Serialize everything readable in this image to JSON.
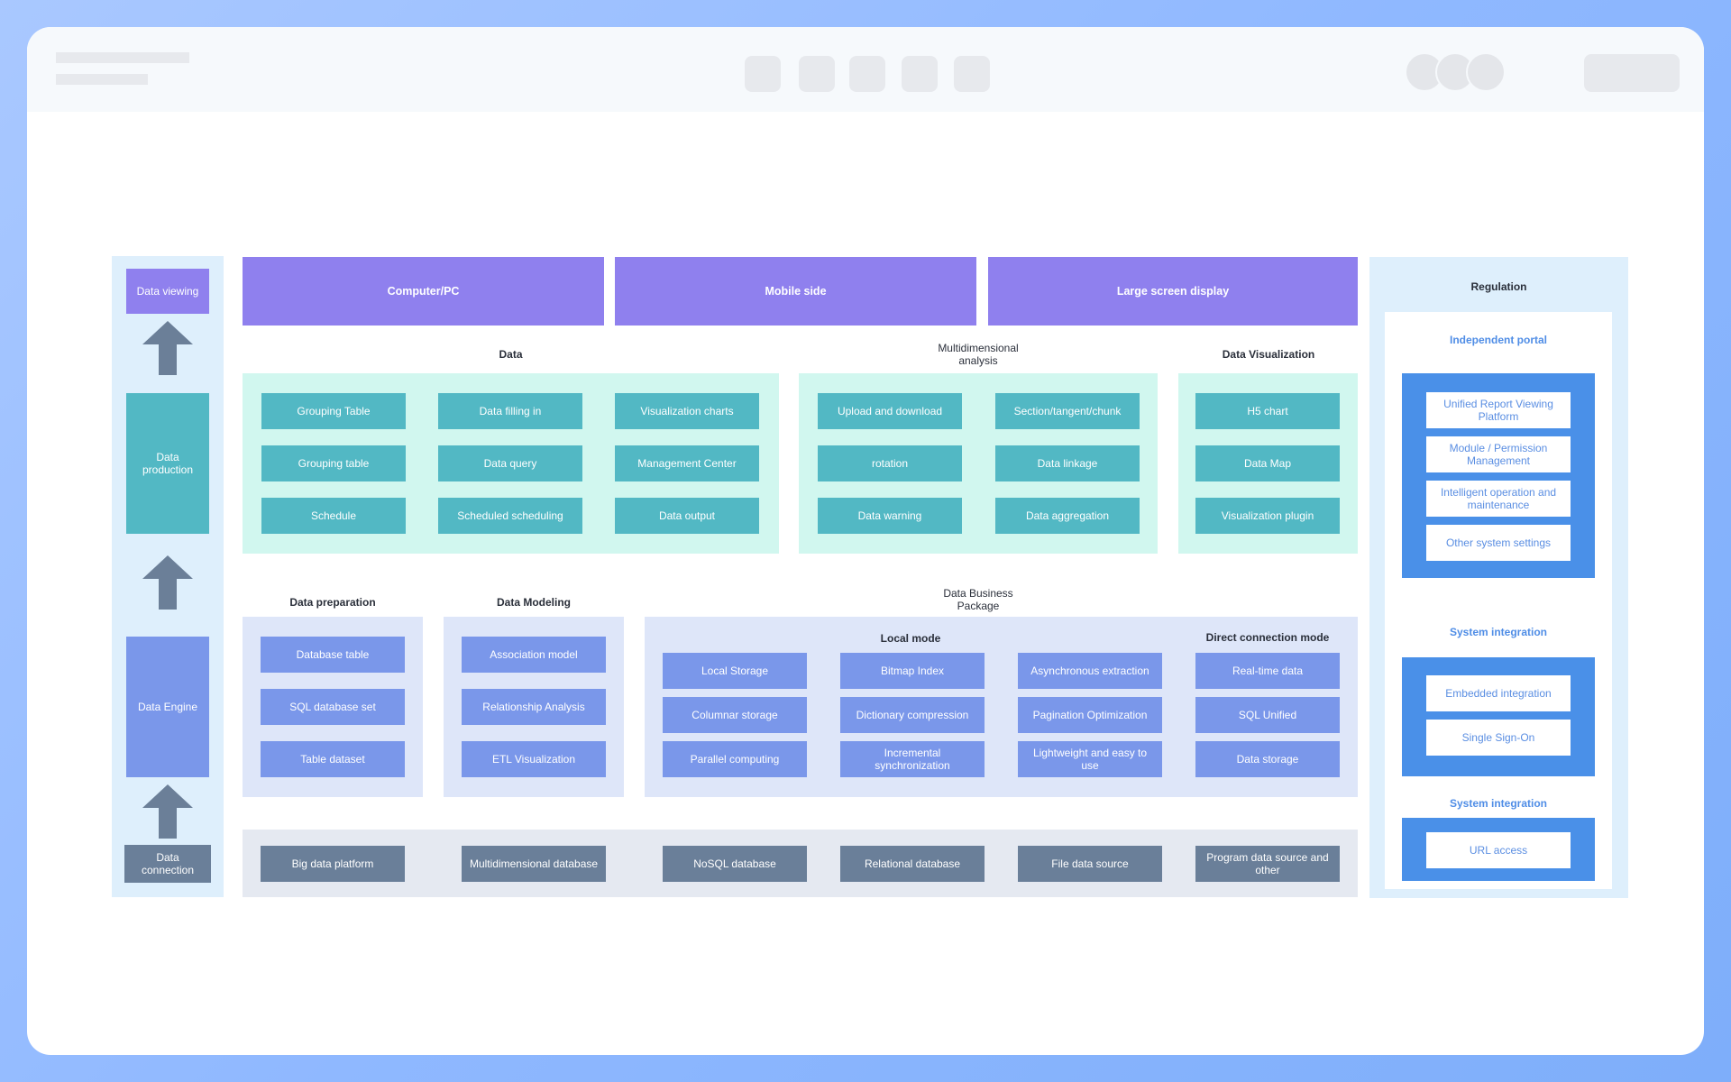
{
  "colors": {
    "accent_purple": "#8f80ee",
    "teal": "#52b8c4",
    "blue": "#7a97ea",
    "slate": "#6a7f99",
    "regulation_blue": "#4a90e8"
  },
  "left_column": {
    "data_viewing": "Data viewing",
    "data_production": "Data production",
    "data_engine": "Data Engine",
    "data_connection": "Data connection"
  },
  "top_row": {
    "pc": "Computer/PC",
    "mobile": "Mobile side",
    "large_screen": "Large screen display"
  },
  "headers": {
    "data": "Data",
    "multidimensional": "Multidimensional analysis",
    "visualization": "Data Visualization",
    "preparation": "Data preparation",
    "modeling": "Data Modeling",
    "business_package": "Data Business Package",
    "local_mode": "Local mode",
    "direct_mode": "Direct connection mode"
  },
  "data_group": {
    "items": [
      "Grouping Table",
      "Data filling in",
      "Visualization charts",
      "Grouping table",
      "Data query",
      "Management Center",
      "Schedule",
      "Scheduled scheduling",
      "Data output"
    ]
  },
  "multi_group": {
    "items": [
      "Upload and download",
      "Section/tangent/chunk",
      "rotation",
      "Data linkage",
      "Data warning",
      "Data aggregation"
    ]
  },
  "viz_group": {
    "items": [
      "H5 chart",
      "Data Map",
      "Visualization plugin"
    ]
  },
  "prep_group": {
    "items": [
      "Database table",
      "SQL database set",
      "Table dataset"
    ]
  },
  "model_group": {
    "items": [
      "Association model",
      "Relationship Analysis",
      "ETL Visualization"
    ]
  },
  "local_group": {
    "items": [
      "Local Storage",
      "Bitmap Index",
      "Asynchronous extraction",
      "Columnar storage",
      "Dictionary compression",
      "Pagination Optimization",
      "Parallel computing",
      "Incremental synchronization",
      "Lightweight and easy to use"
    ]
  },
  "direct_group": {
    "items": [
      "Real-time data",
      "SQL Unified",
      "Data storage"
    ]
  },
  "sources": {
    "items": [
      "Big data platform",
      "Multidimensional database",
      "NoSQL database",
      "Relational database",
      "File data source",
      "Program data source and other"
    ]
  },
  "regulation": {
    "title": "Regulation",
    "portal_title": "Independent portal",
    "portal_items": [
      "Unified Report Viewing Platform",
      "Module / Permission Management",
      "Intelligent operation and maintenance",
      "Other system settings"
    ],
    "integration_title": "System integration",
    "integration_items": [
      "Embedded integration",
      "Single Sign-On"
    ],
    "integration2_title": "System integration",
    "integration2_items": [
      "URL access"
    ]
  }
}
